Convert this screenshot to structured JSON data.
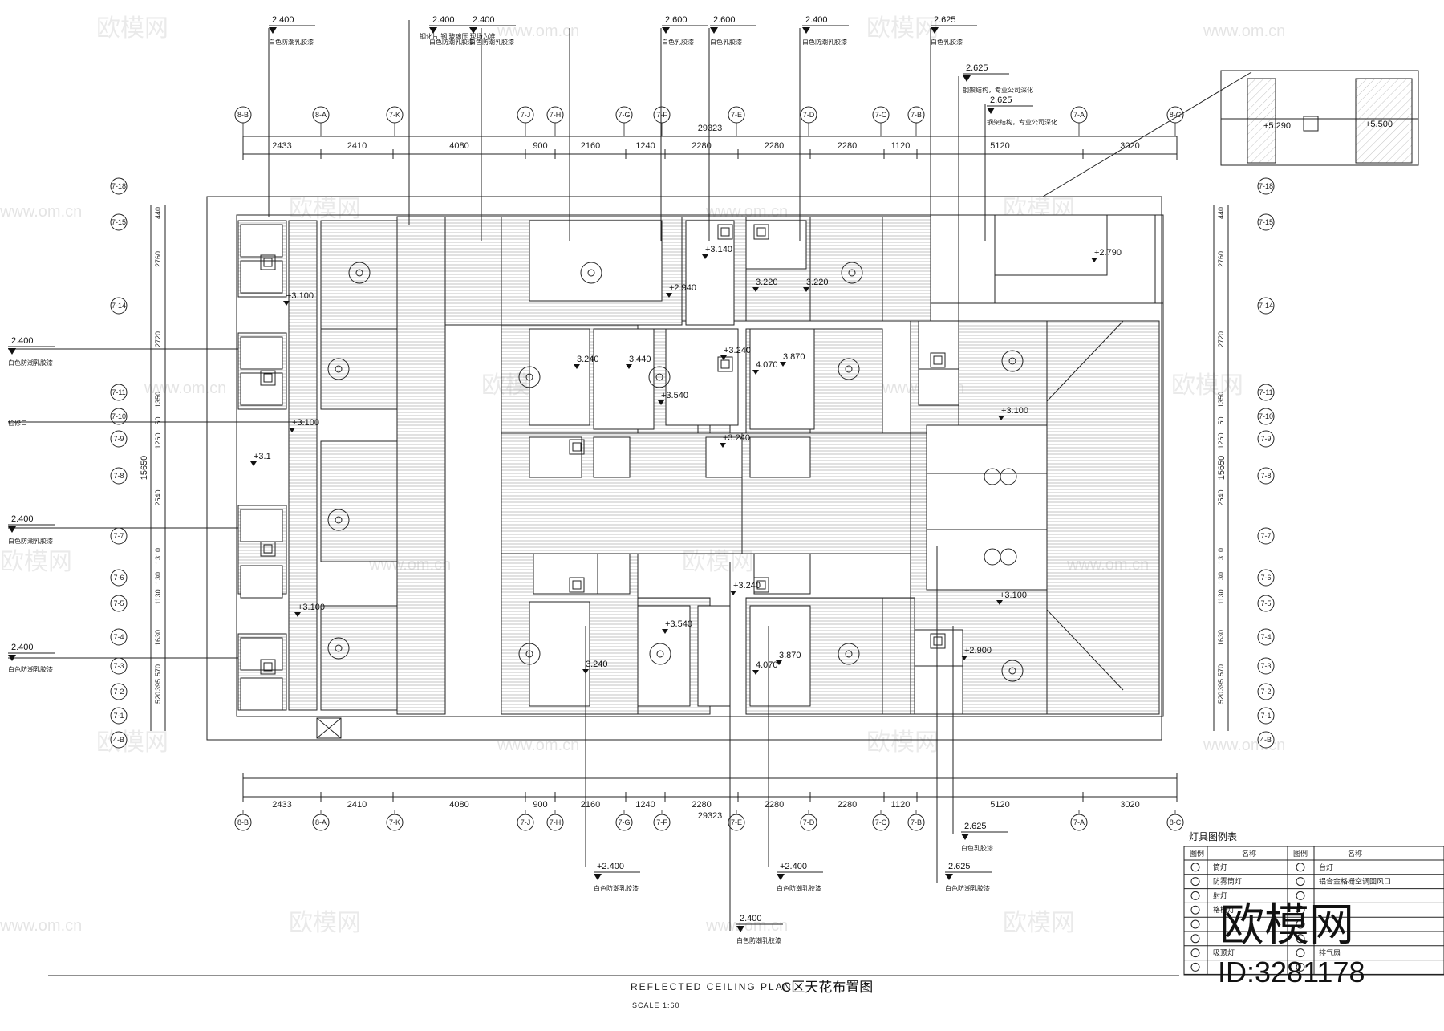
{
  "drawing": {
    "title_en": "REFLECTED CEILING PLAN",
    "title_cn": "C区天花布置图",
    "scale": "SCALE  1:60"
  },
  "dimensions": {
    "total": "29323",
    "top_segments": [
      "2433",
      "2410",
      "4080",
      "900",
      "2160",
      "1240",
      "2280",
      "2280",
      "2280",
      "1120",
      "5120",
      "3020"
    ],
    "side_total": "15650",
    "side_segments": [
      "440",
      "2760",
      "2720",
      "1350",
      "50",
      "1260",
      "2540",
      "1310",
      "130",
      "1130",
      "1630",
      "570",
      "395",
      "520"
    ]
  },
  "grid_axes": {
    "top": [
      "8-B",
      "8-A",
      "7-K",
      "7-J",
      "7-H",
      "7-G",
      "7-F",
      "7-E",
      "7-D",
      "7-C",
      "7-B",
      "7-A",
      "8-C"
    ],
    "side": [
      "7-18",
      "7-15",
      "7-14",
      "7-11",
      "7-10",
      "7-9",
      "7-8",
      "7-7",
      "7-6",
      "7-5",
      "7-4",
      "7-3",
      "7-2",
      "7-1",
      "4-B"
    ]
  },
  "elevation_tags": [
    {
      "value": "2.400",
      "note": "白色防潮乳胶漆"
    },
    {
      "value": "2.400",
      "note": "白色防潮乳胶漆"
    },
    {
      "value": "2.400",
      "note": "白色防潮乳胶漆"
    },
    {
      "value": "2.600",
      "note": "白色乳胶漆"
    },
    {
      "value": "2.600",
      "note": "白色乳胶漆"
    },
    {
      "value": "2.400",
      "note": "白色防潮乳胶漆"
    },
    {
      "value": "2.625",
      "note": "白色乳胶漆"
    },
    {
      "value": "2.625",
      "note": "钢架结构，专业公司深化"
    },
    {
      "value": "2.625",
      "note": "钢架结构，专业公司深化"
    },
    {
      "value": "2.400",
      "note": "白色防潮乳胶漆"
    },
    {
      "value": "2.400",
      "note": "白色防潮乳胶漆"
    },
    {
      "value": "2.400",
      "note": "白色防潮乳胶漆"
    },
    {
      "value": "+2.400",
      "note": "白色防潮乳胶漆"
    },
    {
      "value": "+2.400",
      "note": "白色防潮乳胶漆"
    },
    {
      "value": "2.625",
      "note": "白色乳胶漆"
    },
    {
      "value": "2.625",
      "note": "白色防潮乳胶漆"
    },
    {
      "value": "2.400",
      "note": "白色防潮乳胶漆"
    }
  ],
  "top_note": "钢化片 钢 玻璃压 现场为准",
  "side_note": "检修口",
  "plan_levels": [
    "+3.100",
    "+3.140",
    "+2.940",
    "3.220",
    "3.220",
    "3.240",
    "3.440",
    "+3.540",
    "+3.240",
    "3.870",
    "4.070",
    "+3.240",
    "+2.790",
    "+3.100",
    "+3.100",
    "+3.100",
    "+3.540",
    "3.240",
    "+3.240",
    "4.070",
    "3.870",
    "+2.900",
    "+3.100",
    "+3.1"
  ],
  "inset_levels": [
    "+5.290",
    "+5.500"
  ],
  "legend": {
    "title": "灯具图例表",
    "col_symbol": "图例",
    "col_name": "名称",
    "rows": [
      {
        "left": "筒灯",
        "right": "台灯"
      },
      {
        "left": "防雾筒灯",
        "right": "铝合金格栅空调回风口"
      },
      {
        "left": "射灯",
        "right": ""
      },
      {
        "left": "格栅灯",
        "right": ""
      },
      {
        "left": "",
        "right": ""
      },
      {
        "left": "",
        "right": ""
      },
      {
        "left": "吸顶灯",
        "right": "排气扇"
      },
      {
        "left": "",
        "right": ""
      }
    ]
  },
  "watermark": {
    "brand": "欧模网",
    "id": "ID:3281178",
    "url": "www.om.cn"
  },
  "colors": {
    "line": "#222222",
    "hatch": "#9a9a9a",
    "background": "#ffffff"
  }
}
